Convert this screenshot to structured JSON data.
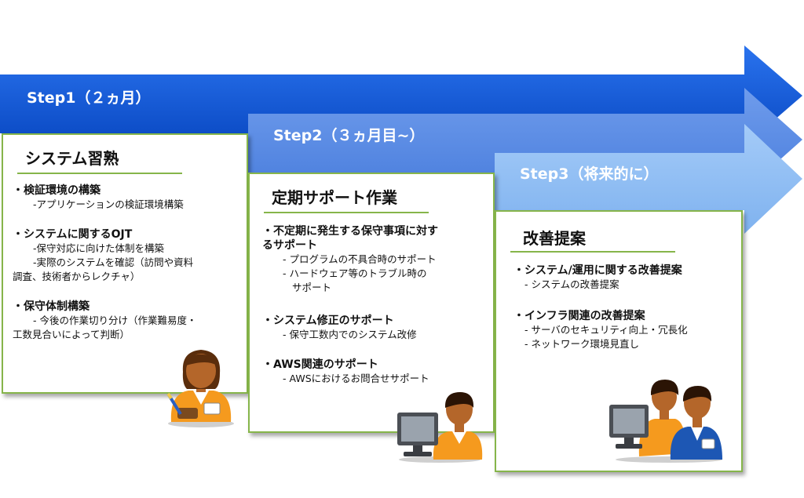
{
  "steps": [
    {
      "label": "Step1（２ヵ月）",
      "color": "#0a5bd8"
    },
    {
      "label": "Step2（３ヵ月目~）",
      "color": "#5a8ee6"
    },
    {
      "label": "Step3（将来的に）",
      "color": "#8ebdf5"
    }
  ],
  "cards": [
    {
      "title": "システム習熟",
      "items": [
        {
          "head": "・検証環境の構築",
          "subs": [
            "-アプリケーションの検証環境構築"
          ]
        },
        {
          "head": "・システムに関するOJT",
          "subs": [
            "-保守対応に向けた体制を構築",
            "-実際のシステムを確認（訪問や資料"
          ],
          "wrap": "調査、技術者からレクチャ）"
        },
        {
          "head": "・保守体制構築",
          "subs": [
            "- 今後の作業切り分け（作業難易度・"
          ],
          "wrap": "工数見合いによって判断）"
        }
      ]
    },
    {
      "title": "定期サポート作業",
      "items": [
        {
          "head": "・不定期に発生する保守事項に対す",
          "head2": "るサポート",
          "subs": [
            "- プログラムの不具合時のサポート",
            "- ハードウェア等のトラブル時の"
          ],
          "wrap": "サポート"
        },
        {
          "head": "・システム修正のサポート",
          "subs": [
            "- 保守工数内でのシステム改修"
          ]
        },
        {
          "head": "・AWS関連のサポート",
          "subs": [
            "- AWSにおけるお問合せサポート"
          ]
        }
      ]
    },
    {
      "title": "改善提案",
      "items": [
        {
          "head": "・システム/運用に関する改善提案",
          "subs": [
            "- システムの改善提案"
          ]
        },
        {
          "head": "・インフラ関連の改善提案",
          "subs": [
            "- サーバのセキュリティ向上・冗長化",
            "- ネットワーク環境見直し"
          ]
        }
      ]
    }
  ],
  "colors": {
    "card_border": "#86b54a",
    "skin": "#b4662a",
    "shirt": "#f59a1e",
    "suit": "#1d57b4"
  }
}
